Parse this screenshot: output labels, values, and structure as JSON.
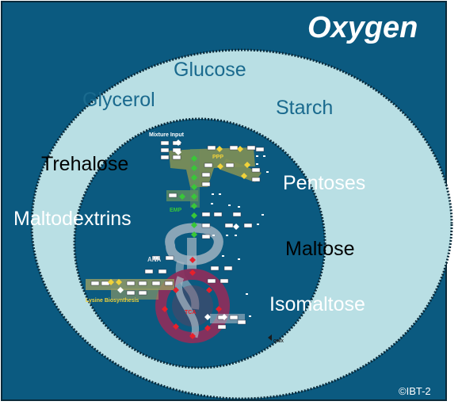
{
  "title": "Oxygen",
  "copyright": "©IBT-2",
  "outer_labels": {
    "glucose": "Glucose",
    "glycerol": "Glycerol",
    "starch": "Starch"
  },
  "boundary_labels": {
    "trehalose": "Trehalose",
    "pentoses": "Pentoses",
    "maltodextrins": "Maltodextrins",
    "maltose": "Maltose",
    "isomaltose": "Isomaltose"
  },
  "pathway": {
    "mixture_input": "Mixture Input",
    "ppp": "PPP",
    "emp": "EMP",
    "ana": "ANA",
    "lysine": "Lysine Biosynthesis",
    "tca": "TCA",
    "logo": "OMIX"
  },
  "colors": {
    "background": "#0b5a80",
    "ring": "#b9dfe4",
    "ppp_band": "#7f8f55",
    "tca_ring": "#8a2f5c"
  }
}
